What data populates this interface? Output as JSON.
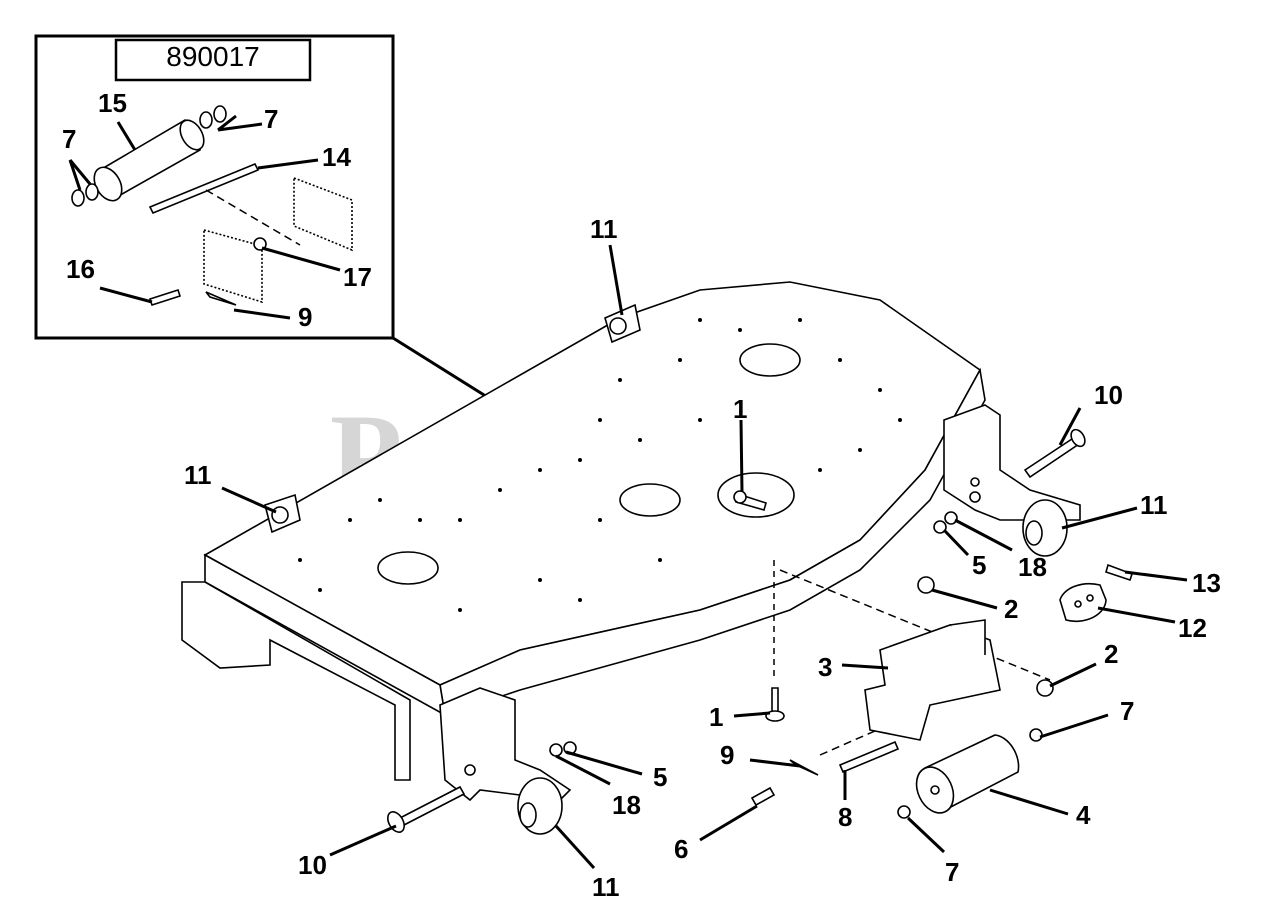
{
  "inset": {
    "part_number": "890017"
  },
  "watermark": {
    "text": "PartsTree",
    "tm": "™"
  },
  "callouts": {
    "c15": "15",
    "c7_inset_right": "7",
    "c7_inset_left": "7",
    "c14": "14",
    "c16": "16",
    "c17": "17",
    "c9_inset": "9",
    "c11_top": "11",
    "c11_left": "11",
    "c11_right": "11",
    "c11_bottom": "11",
    "c1_top": "1",
    "c1_bottom": "1",
    "c10_right": "10",
    "c10_left": "10",
    "c5_right": "5",
    "c5_bottom": "5",
    "c18_right": "18",
    "c18_bottom": "18",
    "c13": "13",
    "c12": "12",
    "c2_upper": "2",
    "c2_lower": "2",
    "c3": "3",
    "c7_right_upper": "7",
    "c7_right_lower": "7",
    "c9": "9",
    "c8": "8",
    "c6": "6",
    "c4": "4"
  }
}
